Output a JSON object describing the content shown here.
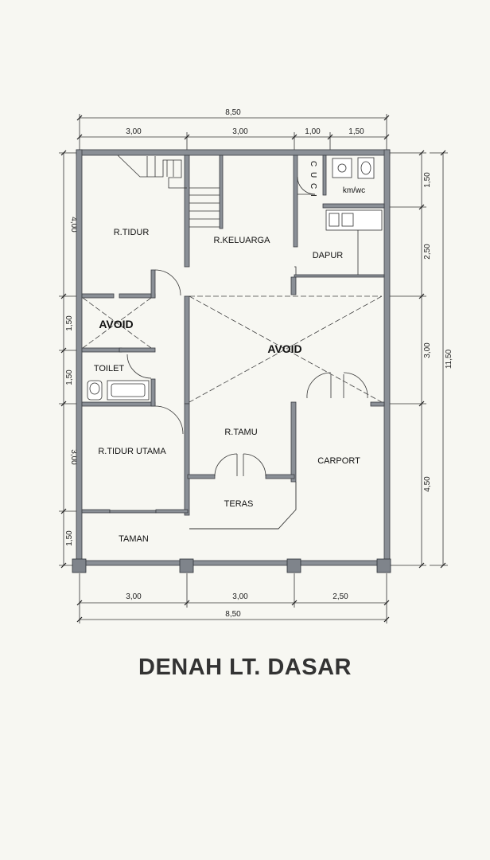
{
  "title": "DENAH LT. DASAR",
  "dimensions": {
    "top_total": "8,50",
    "top_1": "3,00",
    "top_2": "3,00",
    "top_3": "1,00",
    "top_4": "1,50",
    "bottom_1": "3,00",
    "bottom_2": "3,00",
    "bottom_3": "2,50",
    "bottom_total": "8,50",
    "left_1": "4,00",
    "left_2": "1,50",
    "left_3": "1,50",
    "left_4": "3,00",
    "left_5": "1,50",
    "right_1": "1,50",
    "right_2": "2,50",
    "right_3": "3,00",
    "right_4": "4,50",
    "right_total": "11,50"
  },
  "rooms": {
    "r_tidur": "R.TIDUR",
    "r_keluarga": "R.KELUARGA",
    "dapur": "DAPUR",
    "cuci": "C U C I",
    "kmwc": "km/wc",
    "avoid_small": "AVOID",
    "avoid_large": "AVOID",
    "toilet": "TOILET",
    "r_tidur_utama": "R.TIDUR UTAMA",
    "r_tamu": "R.TAMU",
    "carport": "CARPORT",
    "teras": "TERAS",
    "taman": "TAMAN"
  },
  "colors": {
    "background": "#f7f7f2",
    "wall": "#8a8f96",
    "wall_edge": "#3a3d42",
    "line": "#333333"
  }
}
